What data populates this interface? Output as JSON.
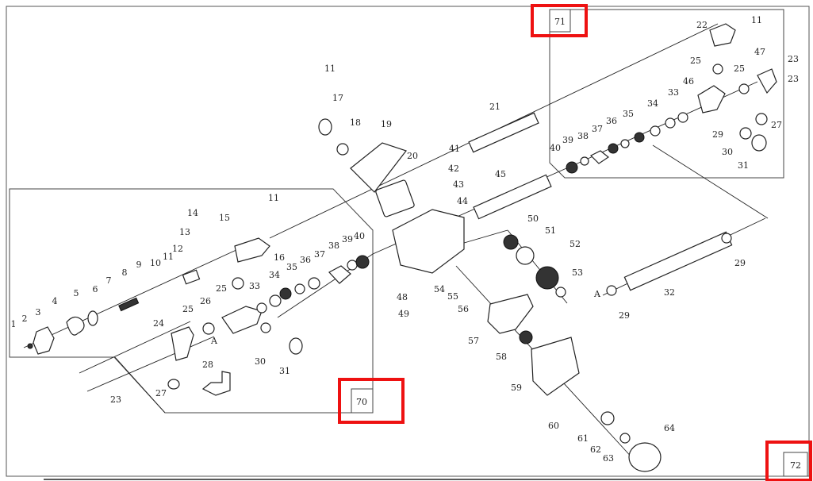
{
  "diagram": {
    "title": "Pump exploded parts diagram",
    "groups": {
      "left": "70",
      "right": "71",
      "corner": "72"
    },
    "highlight_color": "#ee1111",
    "labels": [
      "1",
      "2",
      "3",
      "4",
      "5",
      "6",
      "7",
      "8",
      "9",
      "10",
      "11",
      "12",
      "13",
      "14",
      "15",
      "16",
      "11",
      "25",
      "33",
      "34",
      "35",
      "36",
      "37",
      "38",
      "39",
      "40",
      "26",
      "25",
      "24",
      "A",
      "28",
      "30",
      "31",
      "27",
      "23",
      "11",
      "17",
      "18",
      "19",
      "20",
      "21",
      "41",
      "42",
      "43",
      "44",
      "45",
      "48",
      "49",
      "54",
      "55",
      "56",
      "57",
      "58",
      "59",
      "60",
      "61",
      "62",
      "63",
      "64",
      "50",
      "51",
      "52",
      "53",
      "A",
      "29",
      "32",
      "29",
      "22",
      "11",
      "25",
      "25",
      "47",
      "23",
      "23",
      "46",
      "33",
      "34",
      "35",
      "36",
      "37",
      "38",
      "39",
      "40",
      "29",
      "30",
      "31",
      "27"
    ]
  }
}
